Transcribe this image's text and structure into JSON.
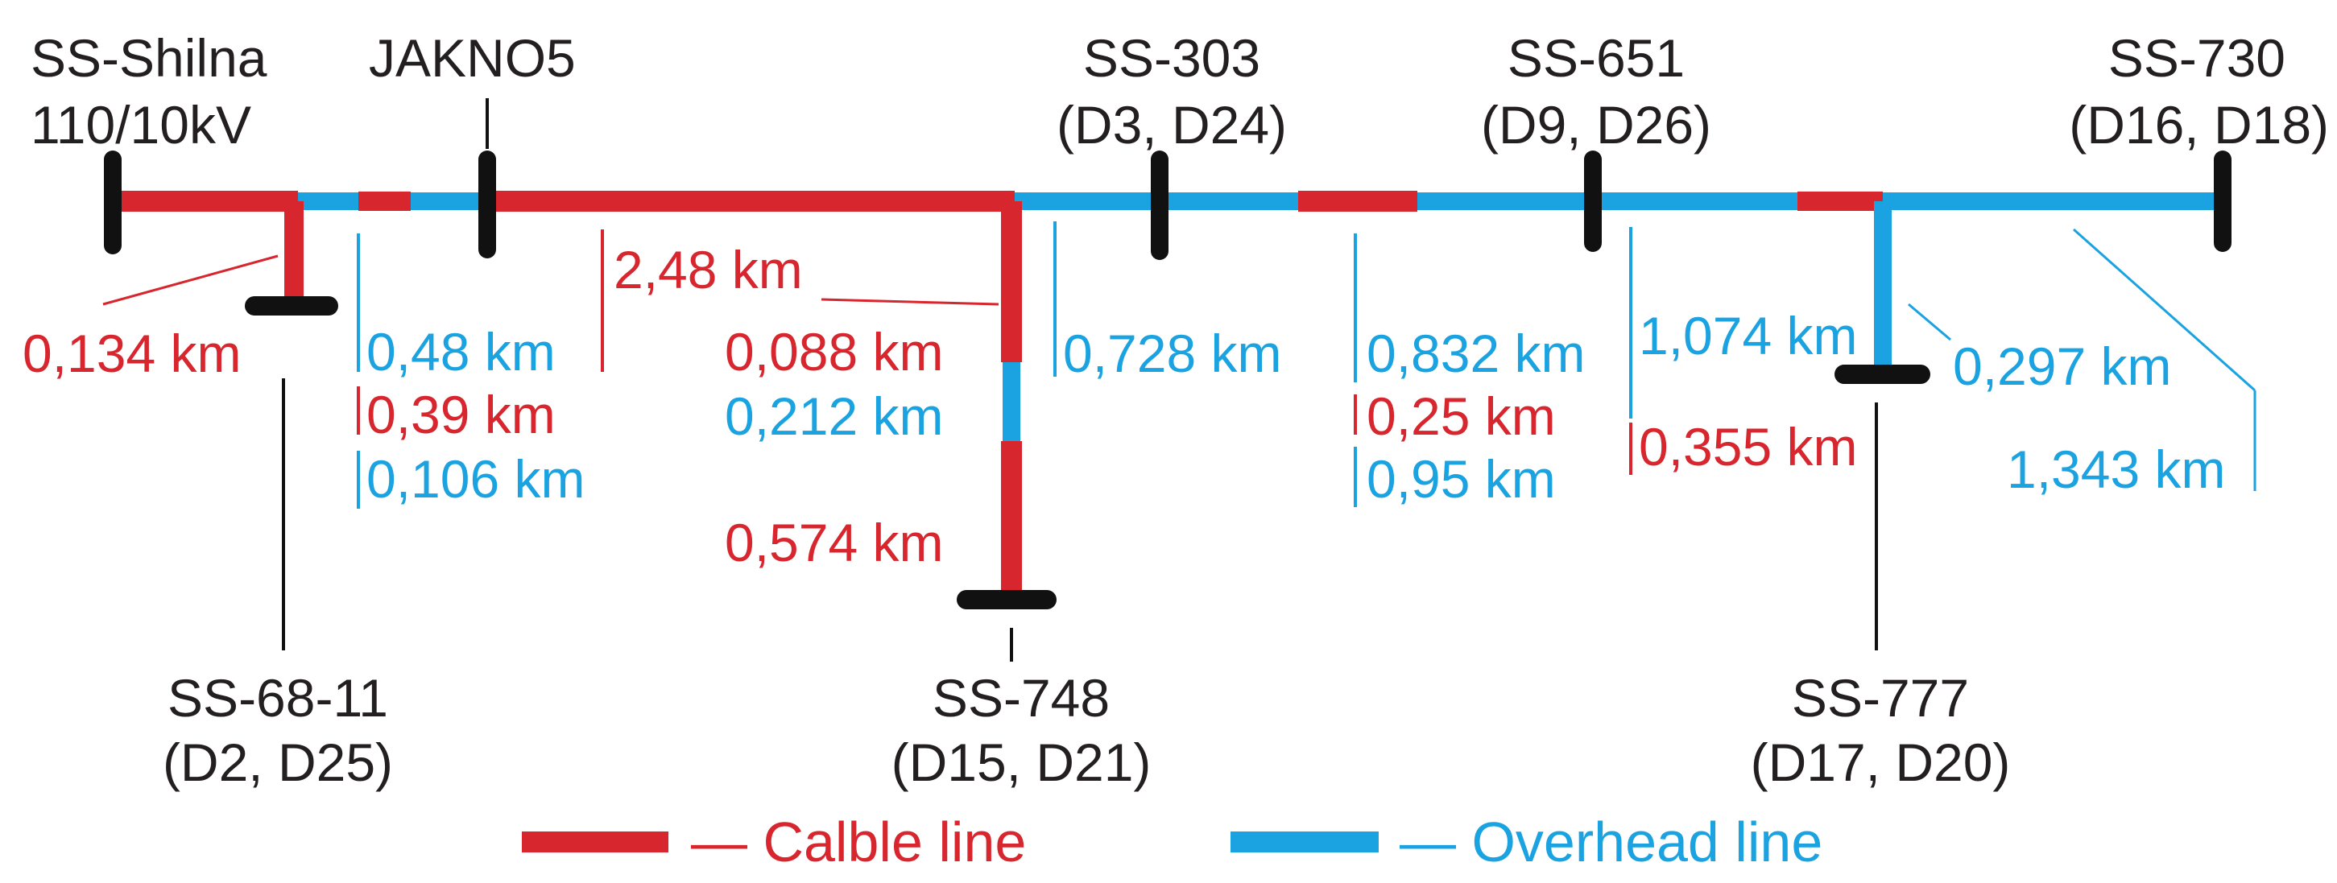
{
  "colors": {
    "cable": "#d7262e",
    "overhead": "#1aa3e0",
    "bus": "#111111",
    "leader": "#111111",
    "text": "#231f20"
  },
  "nodes": {
    "shilna": {
      "name": "SS-Shilna",
      "sub": "110/10kV"
    },
    "jakno5": {
      "name": "JAKNO5"
    },
    "ss303": {
      "name": "SS-303",
      "sub": "(D3, D24)"
    },
    "ss651": {
      "name": "SS-651",
      "sub": "(D9, D26)"
    },
    "ss730": {
      "name": "SS-730",
      "sub": "(D16, D18)"
    },
    "ss6811": {
      "name": "SS-68-11",
      "sub": "(D2, D25)"
    },
    "ss748": {
      "name": "SS-748",
      "sub": "(D15, D21)"
    },
    "ss777": {
      "name": "SS-777",
      "sub": "(D17, D20)"
    }
  },
  "segments": {
    "s0134": {
      "length": "0,134 km",
      "type": "cable"
    },
    "s048": {
      "length": "0,48 km",
      "type": "overhead"
    },
    "s039": {
      "length": "0,39 km",
      "type": "cable"
    },
    "s0106": {
      "length": "0,106 km",
      "type": "overhead"
    },
    "s248": {
      "length": "2,48 km",
      "type": "cable"
    },
    "s0088": {
      "length": "0,088 km",
      "type": "cable"
    },
    "s0212": {
      "length": "0,212 km",
      "type": "overhead"
    },
    "s0574": {
      "length": "0,574 km",
      "type": "cable"
    },
    "s0728": {
      "length": "0,728 km",
      "type": "overhead"
    },
    "s0832": {
      "length": "0,832 km",
      "type": "overhead"
    },
    "s025": {
      "length": "0,25 km",
      "type": "cable"
    },
    "s095": {
      "length": "0,95 km",
      "type": "overhead"
    },
    "s1074": {
      "length": "1,074 km",
      "type": "overhead"
    },
    "s0355": {
      "length": "0,355 km",
      "type": "cable"
    },
    "s0297": {
      "length": "0,297 km",
      "type": "overhead"
    },
    "s1343": {
      "length": "1,343 km",
      "type": "overhead"
    }
  },
  "legend": {
    "cable_label": "— Calble line",
    "overhead_label": "— Overhead line"
  }
}
